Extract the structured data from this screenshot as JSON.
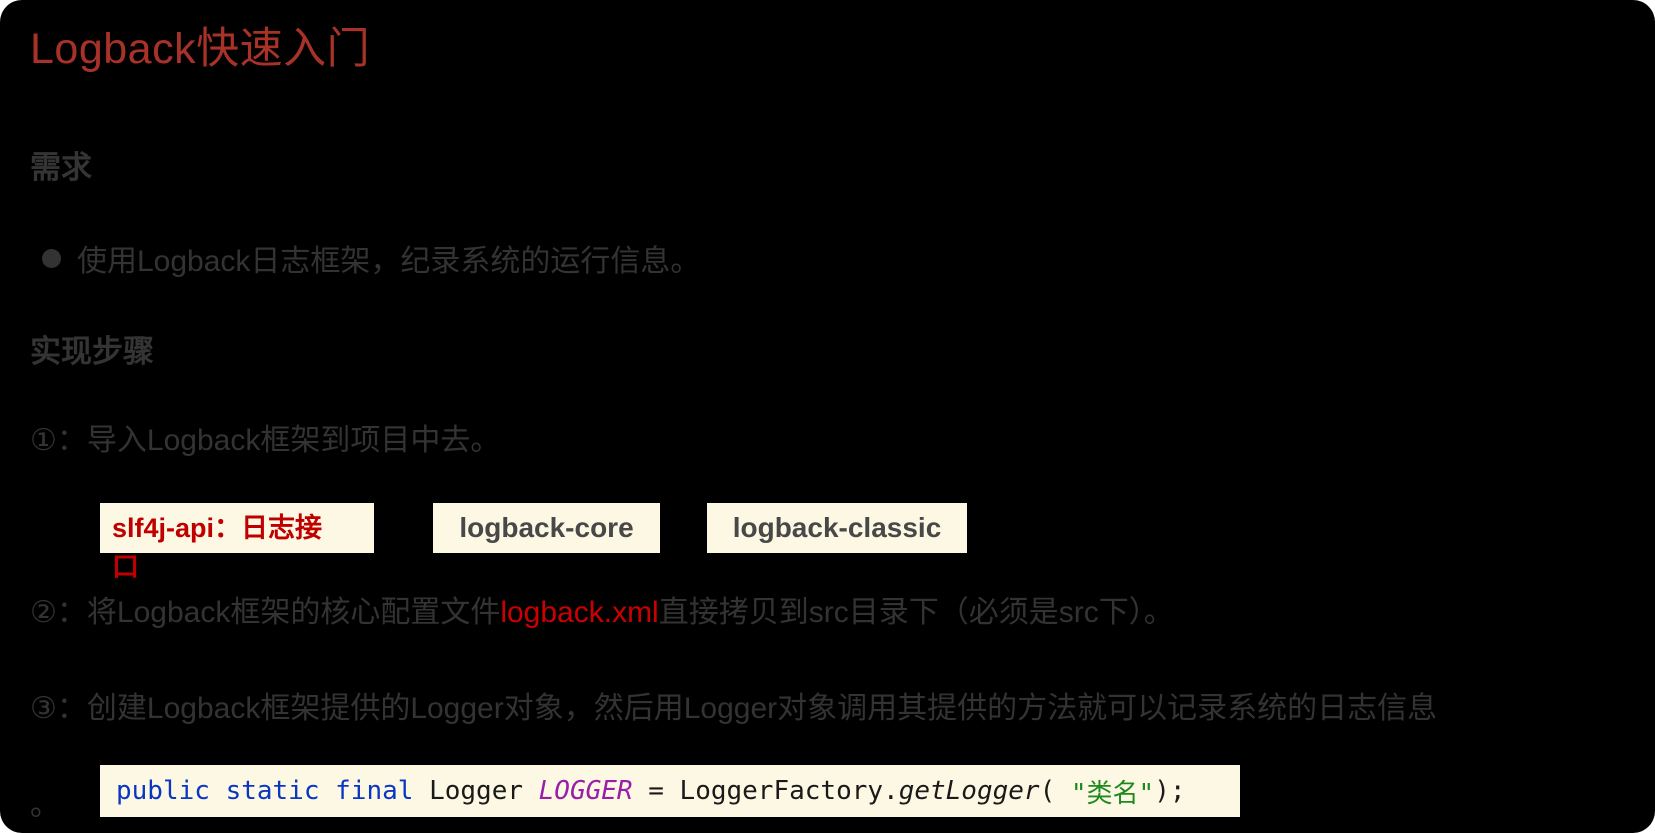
{
  "title": "Logback快速入门",
  "sections": {
    "requirement_heading": "需求",
    "requirement_bullet": "使用Logback日志框架，纪录系统的运行信息。",
    "steps_heading": "实现步骤"
  },
  "steps": {
    "step1": "①：导入Logback框架到项目中去。",
    "step2_pre": "②：将Logback框架的核心配置文件",
    "step2_highlight": "logback.xml",
    "step2_post": "直接拷贝到src目录下（必须是src下）。",
    "step3": "③：创建Logback框架提供的Logger对象，然后用Logger对象调用其提供的方法就可以记录系统的日志信息",
    "step3_continuation": "。"
  },
  "chips": [
    {
      "label": "slf4j-api：日志接口",
      "label_line1": "slf4j-api：日志接",
      "label_line2": "口"
    },
    {
      "label": "logback-core"
    },
    {
      "label": "logback-classic"
    }
  ],
  "code": {
    "full_text": "public static final Logger LOGGER = LoggerFactory.getLogger( \"类名\");",
    "tokens": [
      {
        "t": "public static final ",
        "type": "keyword"
      },
      {
        "t": "Logger ",
        "type": "plain"
      },
      {
        "t": "LOGGER",
        "type": "static-field"
      },
      {
        "t": " = LoggerFactory.",
        "type": "plain"
      },
      {
        "t": "getLogger",
        "type": "static-method"
      },
      {
        "t": "( ",
        "type": "plain"
      },
      {
        "t": "\"类名\"",
        "type": "string"
      },
      {
        "t": ");",
        "type": "plain"
      }
    ]
  },
  "colors": {
    "background": "#000000",
    "title_red": "#A93228",
    "highlight_red": "#CC0000",
    "chip_red": "#C00000",
    "body_gray": "#333333",
    "chip_background": "#FCF8E3",
    "code_keyword_blue": "#0A36C4",
    "code_field_purple": "#9A1FA8",
    "code_string_green": "#1E8A1E"
  }
}
